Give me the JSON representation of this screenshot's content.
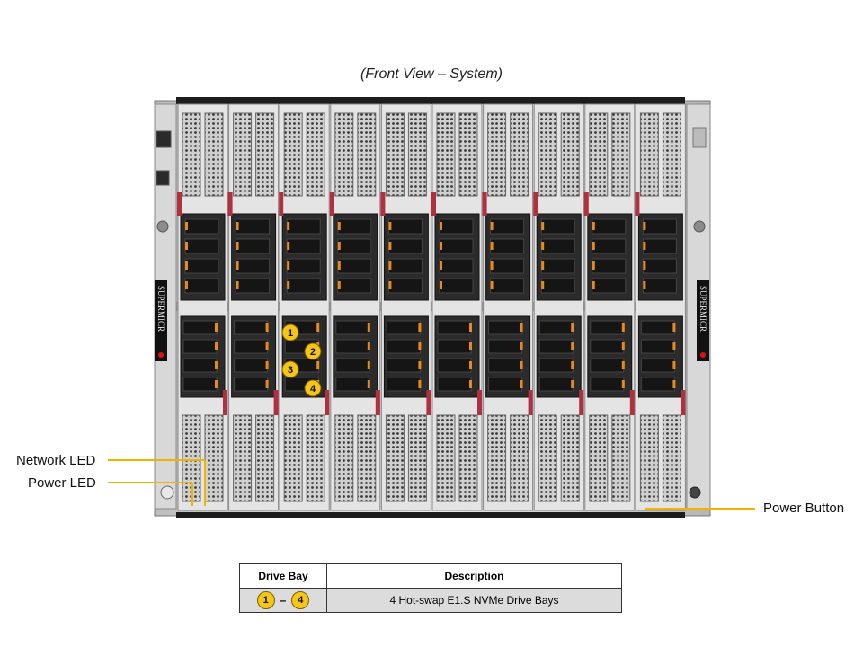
{
  "title": "(Front View – System)",
  "brand": "SUPERMICR",
  "bays": [
    "1",
    "2",
    "3",
    "4"
  ],
  "callouts": {
    "network_led": "Network LED",
    "power_led": "Power LED",
    "power_button": "Power Button"
  },
  "table": {
    "headers": [
      "Drive Bay",
      "Description"
    ],
    "row": {
      "from": "1",
      "sep": "–",
      "to": "4",
      "description": "4 Hot-swap E1.S NVMe Drive Bays"
    }
  },
  "colors": {
    "accent": "#f5c518",
    "latch": "#b03040",
    "drive_tab": "#e58a1f",
    "led_line": "#f0b400"
  }
}
